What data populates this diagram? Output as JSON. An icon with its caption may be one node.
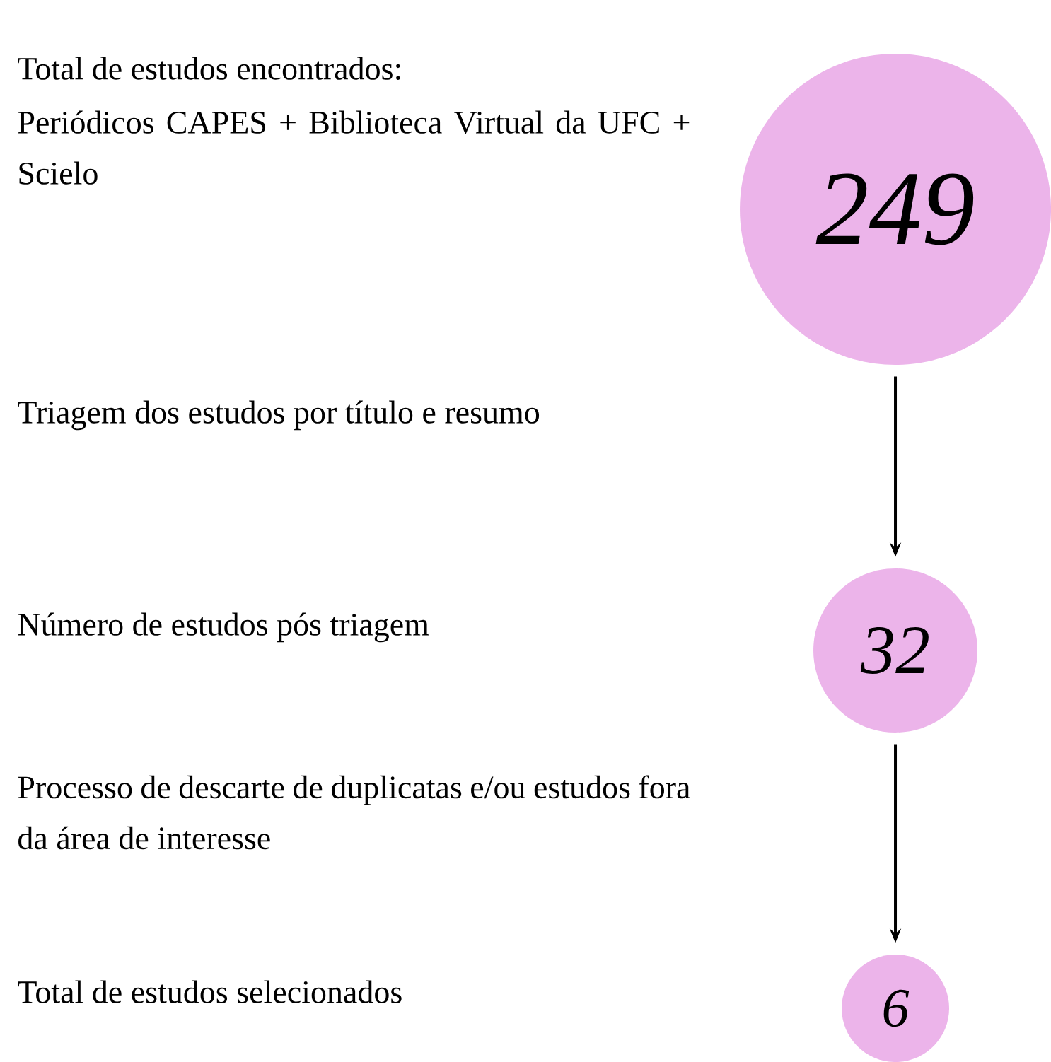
{
  "diagram": {
    "nodes": [
      {
        "text": [
          "249"
        ]
      },
      {
        "text": [
          "32"
        ]
      },
      {
        "text": [
          "6"
        ]
      }
    ],
    "edges": [
      {
        "from": 0,
        "to": 1,
        "arrow": "to"
      },
      {
        "from": 1,
        "to": 2,
        "arrow": "to"
      }
    ],
    "labels": [
      "Total de estudos encontrados:",
      "Periódicos CAPES + Biblioteca Virtual da UFC + Scielo",
      "Triagem dos estudos por título e resumo",
      "Número de estudos pós triagem",
      "Processo de descarte de duplicatas e/ou estudos fora da área de interesse",
      "Total de estudos selecionados"
    ]
  }
}
